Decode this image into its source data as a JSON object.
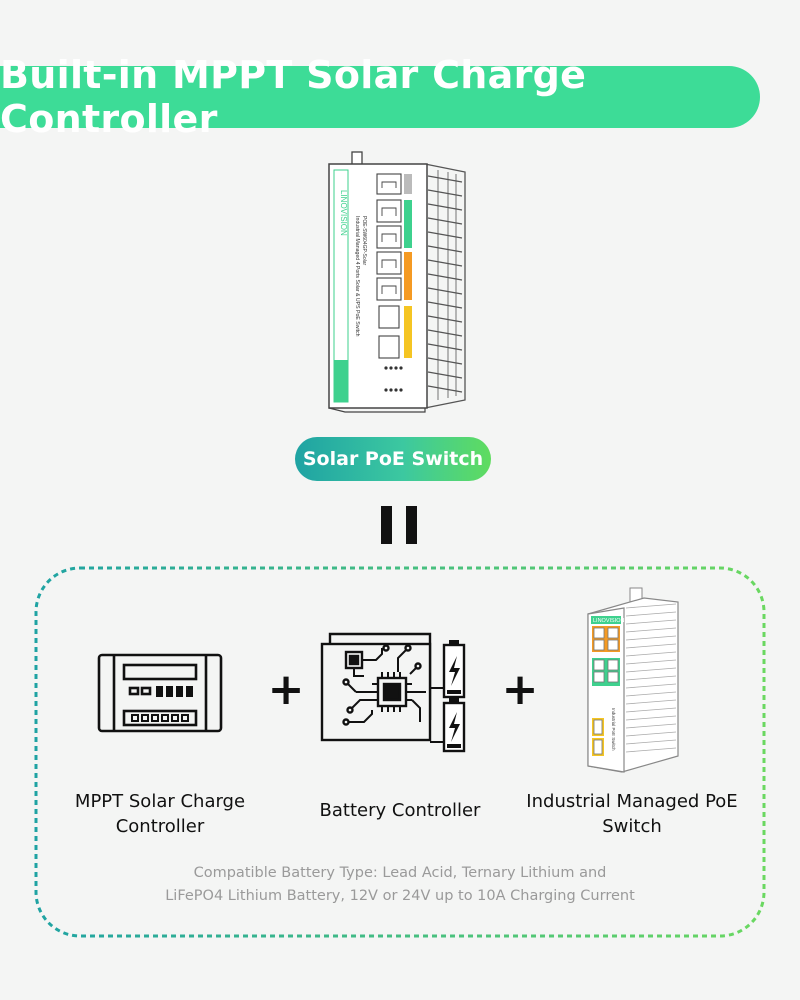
{
  "title": "Built-in MPPT Solar Charge Controller",
  "product_badge": "Solar PoE Switch",
  "components": [
    {
      "label_lines": [
        "MPPT Solar Charge",
        "Controller"
      ]
    },
    {
      "label_lines": [
        "Battery Controller"
      ]
    },
    {
      "label_lines": [
        "Industrial Managed PoE",
        "Switch"
      ]
    }
  ],
  "footnote_lines": [
    "Compatible Battery Type: Lead Acid, Ternary Lithium and",
    "LiFePO4 Lithium Battery, 12V or 24V up to 10A Charging Current"
  ],
  "hero_device": {
    "brand": "LINOVISION",
    "description": "Industrial Managed 4 Ports Solar & UPS PoE Switch",
    "model": "POE-SW604GP-Solar"
  },
  "small_device": {
    "brand": "LINOVISION",
    "description": "Industrial PoE Switch"
  },
  "colors": {
    "banner": "#3ddc97",
    "gradient_start": "#1fa3a3",
    "gradient_end": "#5fdc5f",
    "port_green": "#3ed18e",
    "port_orange": "#f59a23",
    "port_yellow": "#f5c523"
  },
  "icons": [
    "mppt-controller-icon",
    "circuit-board-icon",
    "battery-charge-icon",
    "poe-switch-icon"
  ]
}
